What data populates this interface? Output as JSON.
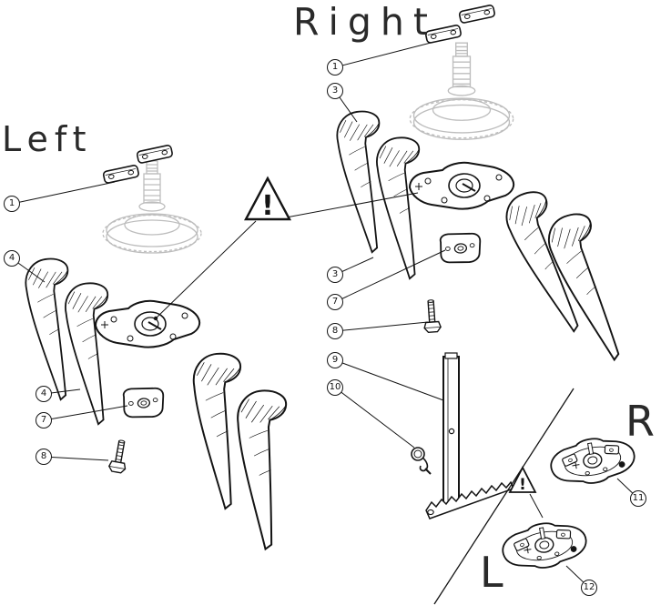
{
  "page": {
    "background": "#ffffff"
  },
  "diagram": {
    "kind": "exploded-parts-diagram",
    "labels": {
      "right_section": "Right",
      "left_section": "Left",
      "corner_right": "R",
      "corner_left": "L"
    },
    "warning_symbol": "!",
    "callouts": [
      {
        "number": "1",
        "section": "right"
      },
      {
        "number": "3",
        "section": "right"
      },
      {
        "number": "3",
        "section": "right"
      },
      {
        "number": "7",
        "section": "right"
      },
      {
        "number": "8",
        "section": "right"
      },
      {
        "number": "9",
        "section": "right"
      },
      {
        "number": "10",
        "section": "right"
      },
      {
        "number": "1",
        "section": "left"
      },
      {
        "number": "4",
        "section": "left"
      },
      {
        "number": "4",
        "section": "left"
      },
      {
        "number": "7",
        "section": "left"
      },
      {
        "number": "8",
        "section": "left"
      },
      {
        "number": "11",
        "section": "corner"
      },
      {
        "number": "12",
        "section": "corner"
      }
    ],
    "parts": [
      {
        "callout": "1",
        "part": "mounting-clamp-pair"
      },
      {
        "callout": "3",
        "part": "right-tine"
      },
      {
        "callout": "4",
        "part": "left-tine"
      },
      {
        "callout": "7",
        "part": "tine-clamp-plate"
      },
      {
        "callout": "8",
        "part": "hex-bolt"
      },
      {
        "callout": "9",
        "part": "parking-stand"
      },
      {
        "callout": "10",
        "part": "r-clip-pin"
      },
      {
        "callout": "11",
        "part": "rotor-head-right"
      },
      {
        "callout": "12",
        "part": "rotor-head-left"
      }
    ],
    "colors": {
      "line": "#141414",
      "ghost": "#bdbdbd",
      "background": "#ffffff"
    }
  }
}
